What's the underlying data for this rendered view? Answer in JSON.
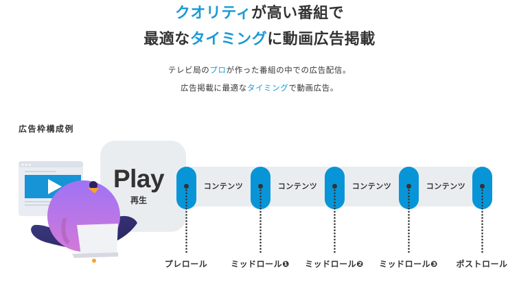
{
  "headline": {
    "line1": [
      {
        "text": "クオリティ",
        "highlight": true
      },
      {
        "text": "が高い番組で",
        "highlight": false
      }
    ],
    "line2": [
      {
        "text": "最適な",
        "highlight": false
      },
      {
        "text": "タイミング",
        "highlight": true
      },
      {
        "text": "に動画広告掲載",
        "highlight": false
      }
    ]
  },
  "subtext": {
    "line1": [
      {
        "text": "テレビ局の",
        "highlight": false
      },
      {
        "text": "プロ",
        "highlight": true
      },
      {
        "text": "が作った番組の中での広告配信。",
        "highlight": false
      }
    ],
    "line2": [
      {
        "text": "広告掲載に最適な",
        "highlight": false
      },
      {
        "text": "タイミング",
        "highlight": true
      },
      {
        "text": "で動画広告。",
        "highlight": false
      }
    ]
  },
  "section": {
    "label": "広告枠構成例"
  },
  "player": {
    "play_label": "Play",
    "play_sub": "再生"
  },
  "timeline": {
    "content_labels": [
      "コンテンツ",
      "コンテンツ",
      "コンテンツ",
      "コンテンツ"
    ],
    "slots": [
      {
        "label": "プレロール"
      },
      {
        "label": "ミッドロール❶"
      },
      {
        "label": "ミッドロール❷"
      },
      {
        "label": "ミッドロール❸"
      },
      {
        "label": "ポストロール"
      }
    ]
  },
  "colors": {
    "accent": "#1a9ad6",
    "slot_blue": "#0895d8",
    "band_gray": "#eaedf0",
    "text": "#333333"
  }
}
